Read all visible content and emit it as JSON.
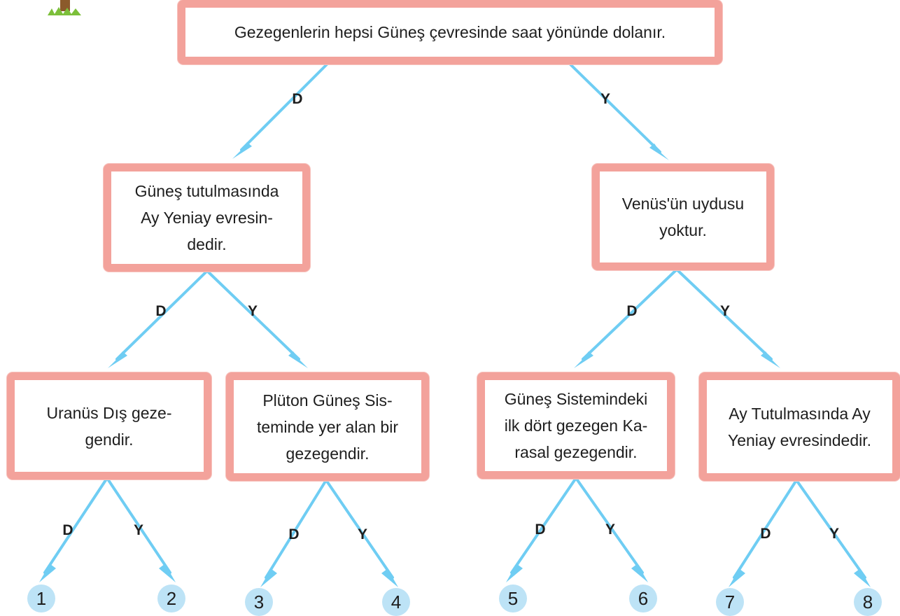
{
  "nodes": {
    "root": "Gezegenlerin hepsi Güneş çevresinde saat yönünde dolanır.",
    "left": [
      "Güneş tutulmasında",
      "Ay Yeniay evresin-",
      "dedir."
    ],
    "right": [
      "Venüs'ün uydusu",
      "yoktur."
    ],
    "ll": [
      "Uranüs Dış geze-",
      "gendir."
    ],
    "lr": [
      "Plüton Güneş Sis-",
      "teminde yer alan bir",
      "gezegendir."
    ],
    "rl": [
      "Güneş Sistemindeki",
      "ilk dört gezegen Ka-",
      "rasal gezegendir."
    ],
    "rr": [
      "Ay Tutulmasında Ay",
      "Yeniay evresindedir."
    ]
  },
  "labels": {
    "true": "D",
    "false": "Y"
  },
  "leaves": [
    "1",
    "2",
    "3",
    "4",
    "5",
    "6",
    "7",
    "8"
  ],
  "colors": {
    "box_border": "#f3a29b",
    "arrow": "#6fcdf3",
    "leaf_fill": "#bde3f6"
  }
}
